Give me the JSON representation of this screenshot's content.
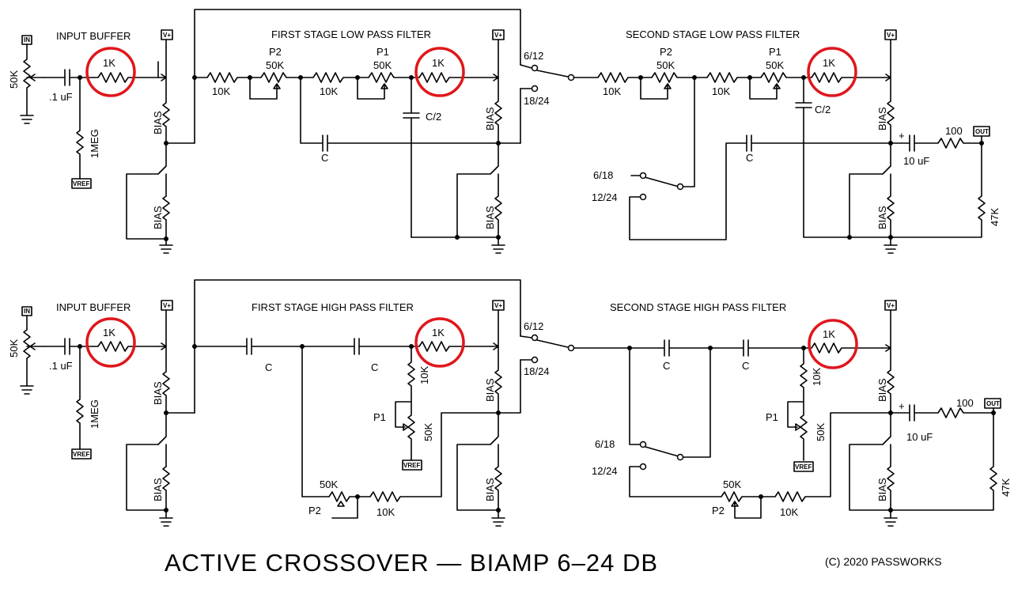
{
  "diagram": {
    "title": "ACTIVE CROSSOVER — BIAMP 6–24 DB",
    "copyright": "(C) 2020 PASSWORKS"
  },
  "sections": {
    "top_input_buffer": "INPUT BUFFER",
    "top_first_stage": "FIRST STAGE LOW PASS FILTER",
    "top_second_stage": "SECOND STAGE LOW PASS FILTER",
    "bot_input_buffer": "INPUT BUFFER",
    "bot_first_stage": "FIRST STAGE HIGH PASS FILTER",
    "bot_second_stage": "SECOND STAGE HIGH PASS FILTER"
  },
  "labels": {
    "in": "IN",
    "out": "OUT",
    "vplus": "V+",
    "vref": "VREF",
    "r_1k": "1K",
    "r_10k": "10K",
    "r_50k": "50K",
    "r_1meg": "1MEG",
    "r_100": "100",
    "r_47k": "47K",
    "c_input": ".1 uF",
    "c_out": "10 uF",
    "c": "C",
    "c_half": "C/2",
    "bias": "BIAS",
    "p1": "P1",
    "p2": "P2",
    "sw_6_12": "6/12",
    "sw_18_24": "18/24",
    "sw_6_18": "6/18",
    "sw_12_24": "12/24",
    "plus": "+"
  },
  "colors": {
    "highlight": "#e0161b",
    "ink": "#000000"
  }
}
